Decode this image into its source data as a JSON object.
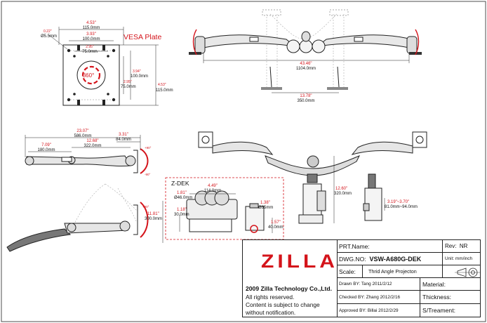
{
  "vesa": {
    "title": "VESA Plate",
    "rotation": "360°",
    "w_outer_in": "4.53\"",
    "w_outer_mm": "115.0mm",
    "w_inner_in": "3.93\"",
    "w_inner_mm": "100.0mm",
    "w_small_in": "2.95\"",
    "w_small_mm": "75.0mm",
    "hole_in": "0.22\"",
    "hole_mm": "Ø5.5mm",
    "h_inner_in": "3.94\"",
    "h_inner_mm": "100.0mm",
    "h_small_in": "2.95\"",
    "h_small_mm": "75.0mm",
    "h_outer_in": "4.53\"",
    "h_outer_mm": "115.0mm"
  },
  "top_view": {
    "span_in": "43.46\"",
    "span_mm": "1104.0mm",
    "pole_in": "13.78\"",
    "pole_mm": "350.0mm"
  },
  "side_arm": {
    "total_in": "23.07\"",
    "total_mm": "586.0mm",
    "seg1_in": "7.09\"",
    "seg1_mm": "180.0mm",
    "seg2_in": "12.68\"",
    "seg2_mm": "322.0mm",
    "tip_in": "3.31\"",
    "tip_mm": "84.0mm",
    "tilt_up": "+90°",
    "tilt_down": "-90°"
  },
  "lift": {
    "tilt": "+90°",
    "height_in": "11.81\"",
    "height_mm": "300.0mm"
  },
  "zdek": {
    "title": "Z-DEK",
    "d1_in": "1.81\"",
    "d1_mm": "Ø46.0mm",
    "w_in": "4.49\"",
    "w_mm": "114.0mm",
    "h1_in": "1.18\"",
    "h1_mm": "30.0mm",
    "d2_in": "1.38\"",
    "d2_mm": "Ø35mm",
    "h2_in": "1.57\"",
    "h2_mm": "40.0mm"
  },
  "front_view": {
    "height_in": "12.60\"",
    "height_mm": "320.0mm",
    "clamp_in": "3.19\"~3.70\"",
    "clamp_mm": "81.0mm~94.0mm"
  },
  "title_block": {
    "brand": "ZILLA",
    "company": "2009 Zilla Technology Co.,Ltd.",
    "note_lines": [
      "All rights reserved.",
      "Content is subject to change",
      "without notification."
    ],
    "prt_name_label": "PRT.Name:",
    "rev_label": "Rev:",
    "rev_value": "NR",
    "dwg_no_label": "DWG.NO:",
    "dwg_no_value": "VSW-A680G-DEK",
    "unit_label": "Unit: mm/inch",
    "scale_label": "Scale:",
    "projection": "Thrid Angle Projecton",
    "drawn_by": "Drawn BY: Tang  2011/2/12",
    "checked_by": "Checked BY: Zhang  2012/2/16",
    "approved_by": "Approved BY: Billai  2012/2/29",
    "material_label": "Material:",
    "thickness_label": "Thickness:",
    "treatment_label": "S/Treament:"
  }
}
